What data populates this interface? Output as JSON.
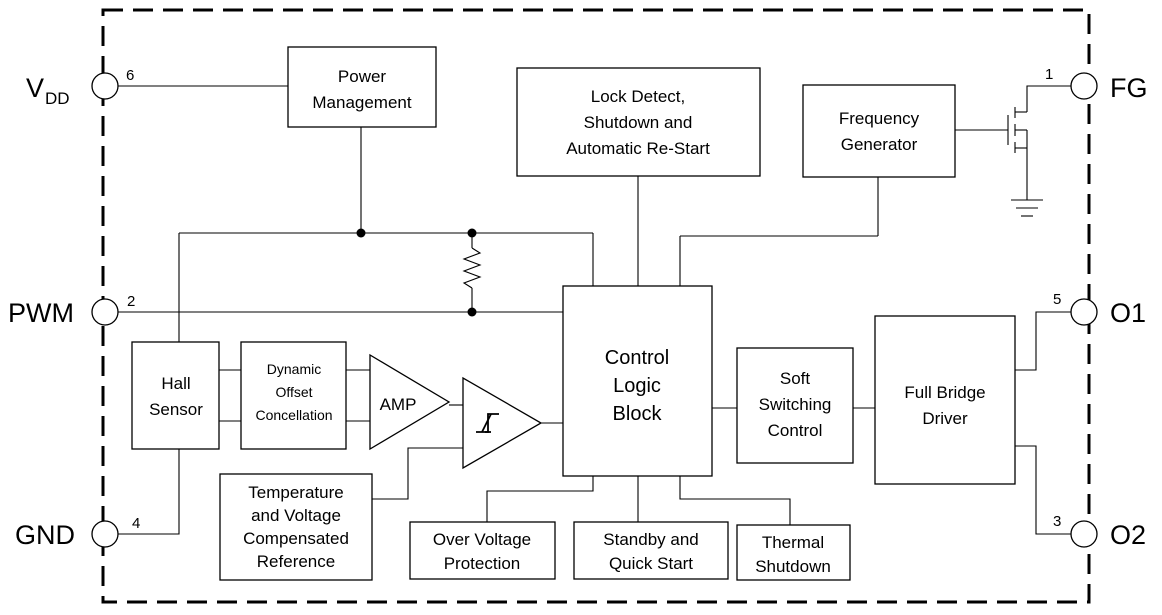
{
  "pins": {
    "vdd": {
      "label": "V",
      "sub": "DD",
      "number": "6"
    },
    "pwm": {
      "label": "PWM",
      "number": "2"
    },
    "gnd": {
      "label": "GND",
      "number": "4"
    },
    "fg": {
      "label": "FG",
      "number": "1"
    },
    "o1": {
      "label": "O1",
      "number": "5"
    },
    "o2": {
      "label": "O2",
      "number": "3"
    }
  },
  "blocks": {
    "power_management": [
      "Power",
      "Management"
    ],
    "lock_detect": [
      "Lock Detect,",
      "Shutdown and",
      "Automatic Re-Start"
    ],
    "frequency_generator": [
      "Frequency",
      "Generator"
    ],
    "hall_sensor": [
      "Hall",
      "Sensor"
    ],
    "dynamic_offset": [
      "Dynamic",
      "Offset",
      "Concellation"
    ],
    "amp": "AMP",
    "control_logic": [
      "Control",
      "Logic",
      "Block"
    ],
    "soft_switching": [
      "Soft",
      "Switching",
      "Control"
    ],
    "full_bridge": [
      "Full Bridge",
      "Driver"
    ],
    "temp_ref": [
      "Temperature",
      "and Voltage",
      "Compensated",
      "Reference"
    ],
    "over_voltage": [
      "Over Voltage",
      "Protection"
    ],
    "standby": [
      "Standby and",
      "Quick Start"
    ],
    "thermal": [
      "Thermal",
      "Shutdown"
    ]
  }
}
